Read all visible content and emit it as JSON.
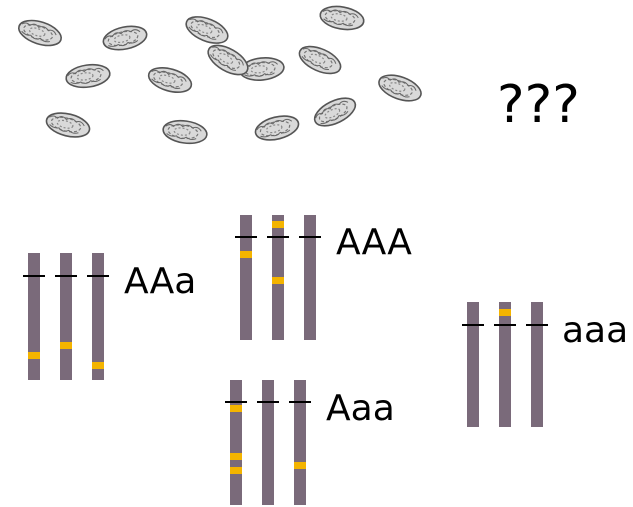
{
  "question_mark": "???",
  "colors": {
    "chromosome": "#7a6a7a",
    "allele_band": "#f4b400",
    "centromere": "#000000",
    "oyster_fill": "#d9d9d9",
    "oyster_outline": "#555555"
  },
  "genotype_groups": [
    {
      "label": "AAa",
      "chromosome_count": 3
    },
    {
      "label": "AAA",
      "chromosome_count": 3
    },
    {
      "label": "Aaa",
      "chromosome_count": 3
    },
    {
      "label": "aaa",
      "chromosome_count": 3
    }
  ],
  "oyster_count": 14
}
